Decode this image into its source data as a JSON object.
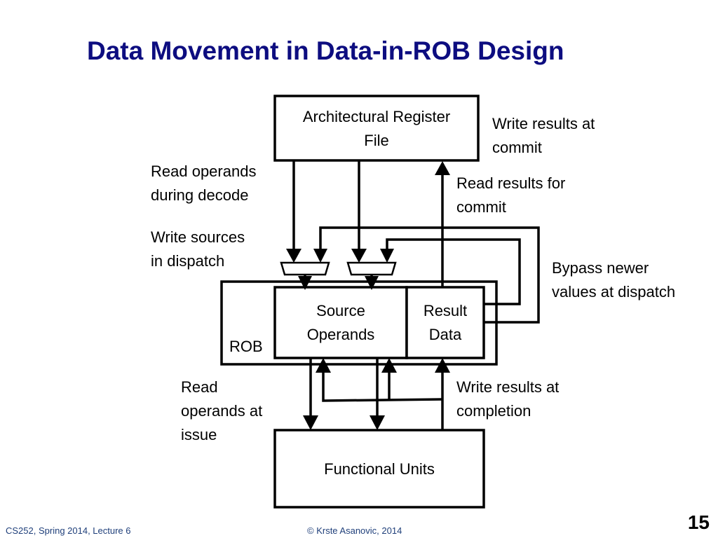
{
  "slide": {
    "title": "Data Movement in Data-in-ROB Design",
    "title_color": "#0d0d80",
    "page_number": "15"
  },
  "footer": {
    "course": "CS252, Spring 2014, Lecture 6",
    "copyright": "© Krste Asanovic, 2014"
  },
  "diagram": {
    "boxes": {
      "arf_line1": "Architectural Register",
      "arf_line2": "File",
      "rob": "ROB",
      "source_line1": "Source",
      "source_line2": "Operands",
      "result_line1": "Result",
      "result_line2": "Data",
      "fu": "Functional Units"
    },
    "annotations": {
      "write_commit_1": "Write results at",
      "write_commit_2": "commit",
      "read_decode_1": "Read operands",
      "read_decode_2": "during decode",
      "read_results_1": "Read results for",
      "read_results_2": "commit",
      "write_sources_1": "Write sources",
      "write_sources_2": "in dispatch",
      "bypass_1": "Bypass newer",
      "bypass_2": "values at dispatch",
      "read_issue_1": "Read",
      "read_issue_2": "operands at",
      "read_issue_3": "issue",
      "write_completion_1": "Write results at",
      "write_completion_2": "completion"
    }
  }
}
